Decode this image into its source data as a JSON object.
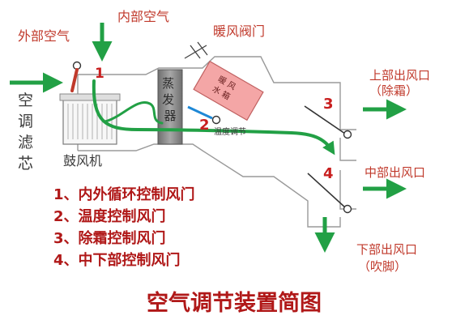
{
  "diagram": {
    "title": "空气调节装置简图",
    "labels": {
      "outside_air": "外部空气",
      "inside_air": "内部空气",
      "filter": "空调滤芯",
      "blower": "鼓风机",
      "evaporator": "蒸发器",
      "heater_core": "暖风水箱",
      "heater_valve": "暖风阀门",
      "temp_door": "温度调节",
      "upper_outlet": "上部出风口",
      "upper_outlet_sub": "（除霜）",
      "middle_outlet": "中部出风口",
      "lower_outlet": "下部出风口",
      "lower_outlet_sub": "（吹脚）"
    },
    "door_numbers": [
      "1",
      "2",
      "3",
      "4"
    ],
    "legend": [
      "1、内外循环控制风门",
      "2、温度控制风门",
      "3、除霜控制风门",
      "4、中下部控制风门"
    ],
    "colors": {
      "arrow_green": "#22a045",
      "label_red": "#c0392b",
      "evaporator_grey": "#8a8a8a",
      "heater_pink": "#f4a6a6"
    }
  }
}
